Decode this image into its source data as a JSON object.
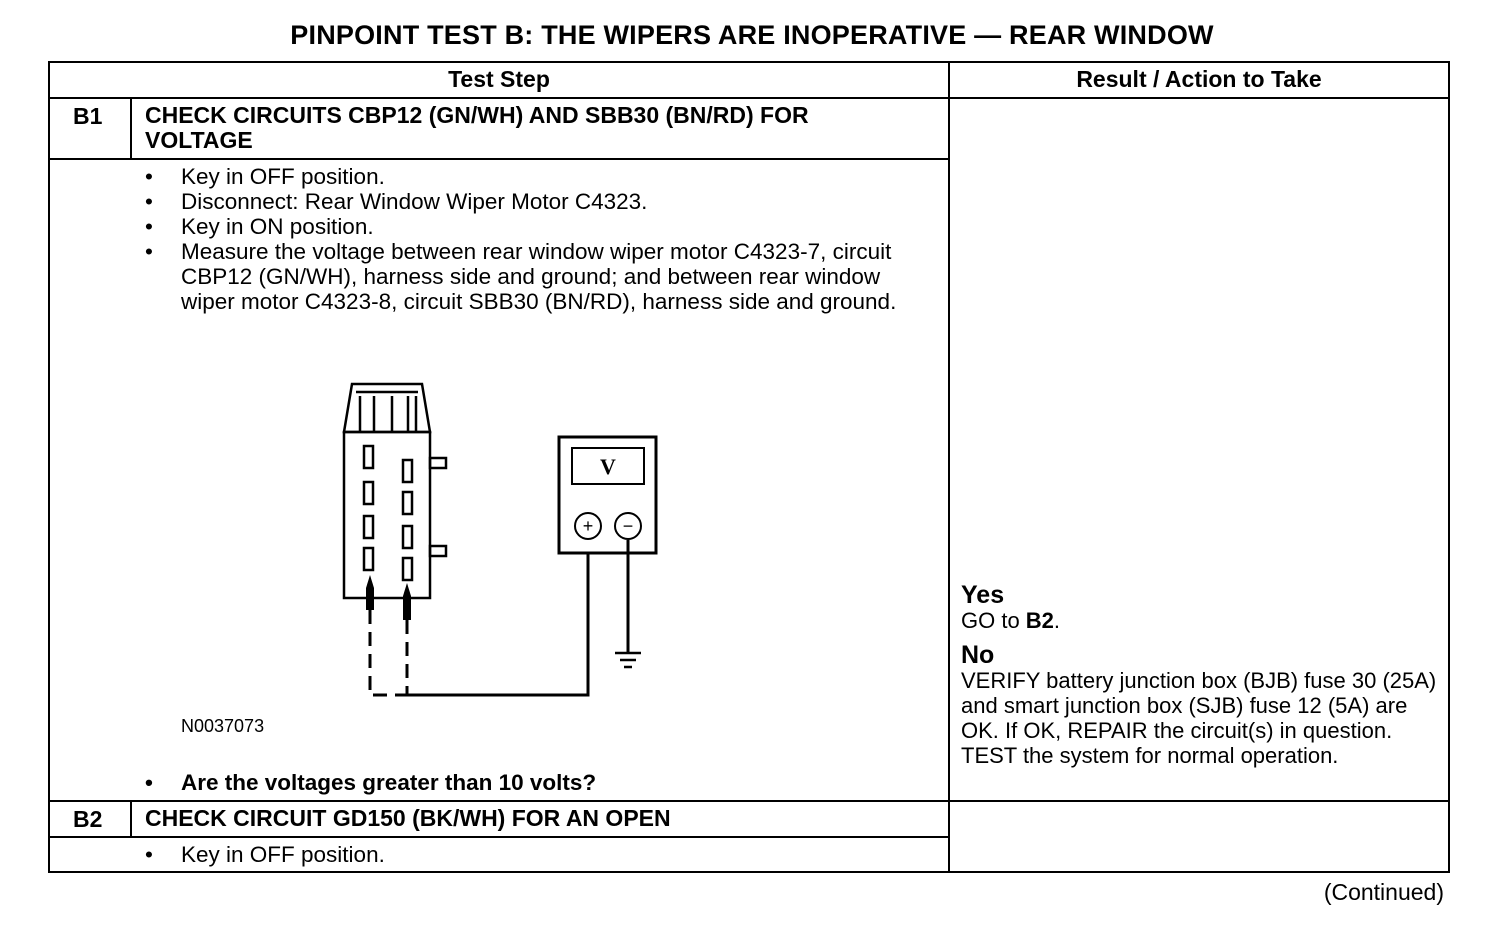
{
  "title": "PINPOINT TEST  B: THE WIPERS ARE INOPERATIVE — REAR WINDOW",
  "header": {
    "test_step": "Test Step",
    "result_action": "Result / Action to Take"
  },
  "steps": [
    {
      "id": "B1",
      "title_line1": "CHECK CIRCUITS CBP12 (GN/WH) AND SBB30 (BN/RD) FOR",
      "title_line2": "VOLTAGE",
      "bullets": [
        "Key in OFF position.",
        "Disconnect: Rear Window Wiper Motor C4323.",
        "Key in ON position.",
        "Measure the voltage between rear window wiper motor C4323-7, circuit CBP12 (GN/WH), harness side and ground; and between rear window wiper motor C4323-8, circuit SBB30 (BN/RD), harness  side and ground."
      ],
      "figure_id": "N0037073",
      "meter_symbol": "V",
      "plus_symbol": "+",
      "minus_symbol": "−",
      "question": "Are the voltages greater than 10 volts?",
      "result": {
        "yes_label": "Yes",
        "yes_prefix": "GO to ",
        "yes_target": "B2",
        "yes_suffix": ".",
        "no_label": "No",
        "no_text": "VERIFY battery junction box (BJB) fuse 30 (25A) and smart junction box (SJB) fuse 12 (5A) are OK. If OK, REPAIR the circuit(s) in question. TEST the system for normal operation."
      }
    },
    {
      "id": "B2",
      "title_line1": "CHECK CIRCUIT GD150 (BK/WH) FOR AN OPEN",
      "bullets": [
        "Key in OFF position."
      ]
    }
  ],
  "continued": "(Continued)"
}
